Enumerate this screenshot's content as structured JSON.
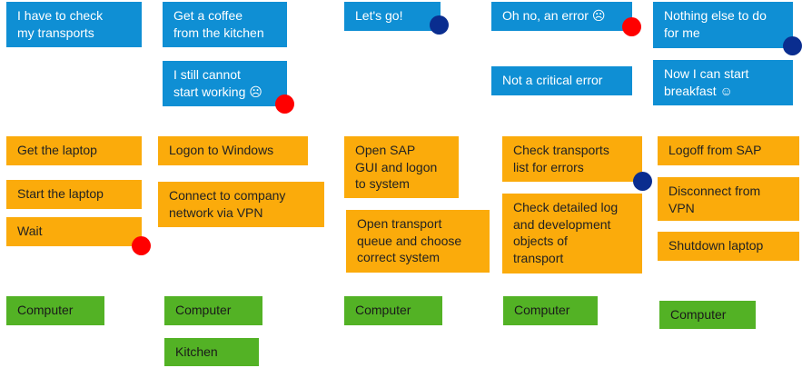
{
  "colors": {
    "goal": "#0f8fd4",
    "step": "#fbab0b",
    "place": "#53b225",
    "problem_dot": "#ff0000",
    "positive_dot": "#0a2d8f"
  },
  "columns": [
    {
      "goals": [
        "I have to check\nmy transports"
      ],
      "steps": [
        "Get the laptop",
        "Start the laptop",
        "Wait"
      ],
      "places": [
        "Computer"
      ]
    },
    {
      "goals": [
        "Get a coffee\nfrom the kitchen",
        "I still cannot\nstart working ☹"
      ],
      "steps": [
        "Logon to Windows",
        "Connect to company\nnetwork via VPN"
      ],
      "places": [
        "Computer",
        "Kitchen"
      ]
    },
    {
      "goals": [
        "Let's go!"
      ],
      "steps": [
        "Open SAP\nGUI and logon\nto system",
        "Open transport\nqueue and choose\ncorrect system"
      ],
      "places": [
        "Computer"
      ]
    },
    {
      "goals": [
        "Oh no, an error ☹",
        "Not a critical error"
      ],
      "steps": [
        "Check transports\nlist for errors",
        "Check detailed log\nand development\nobjects of\ntransport"
      ],
      "places": [
        "Computer"
      ]
    },
    {
      "goals": [
        "Nothing else to do\nfor me",
        "Now I can start\nbreakfast ☺"
      ],
      "steps": [
        "Logoff from SAP",
        "Disconnect from\nVPN",
        "Shutdown laptop"
      ],
      "places": [
        "Computer"
      ]
    }
  ]
}
